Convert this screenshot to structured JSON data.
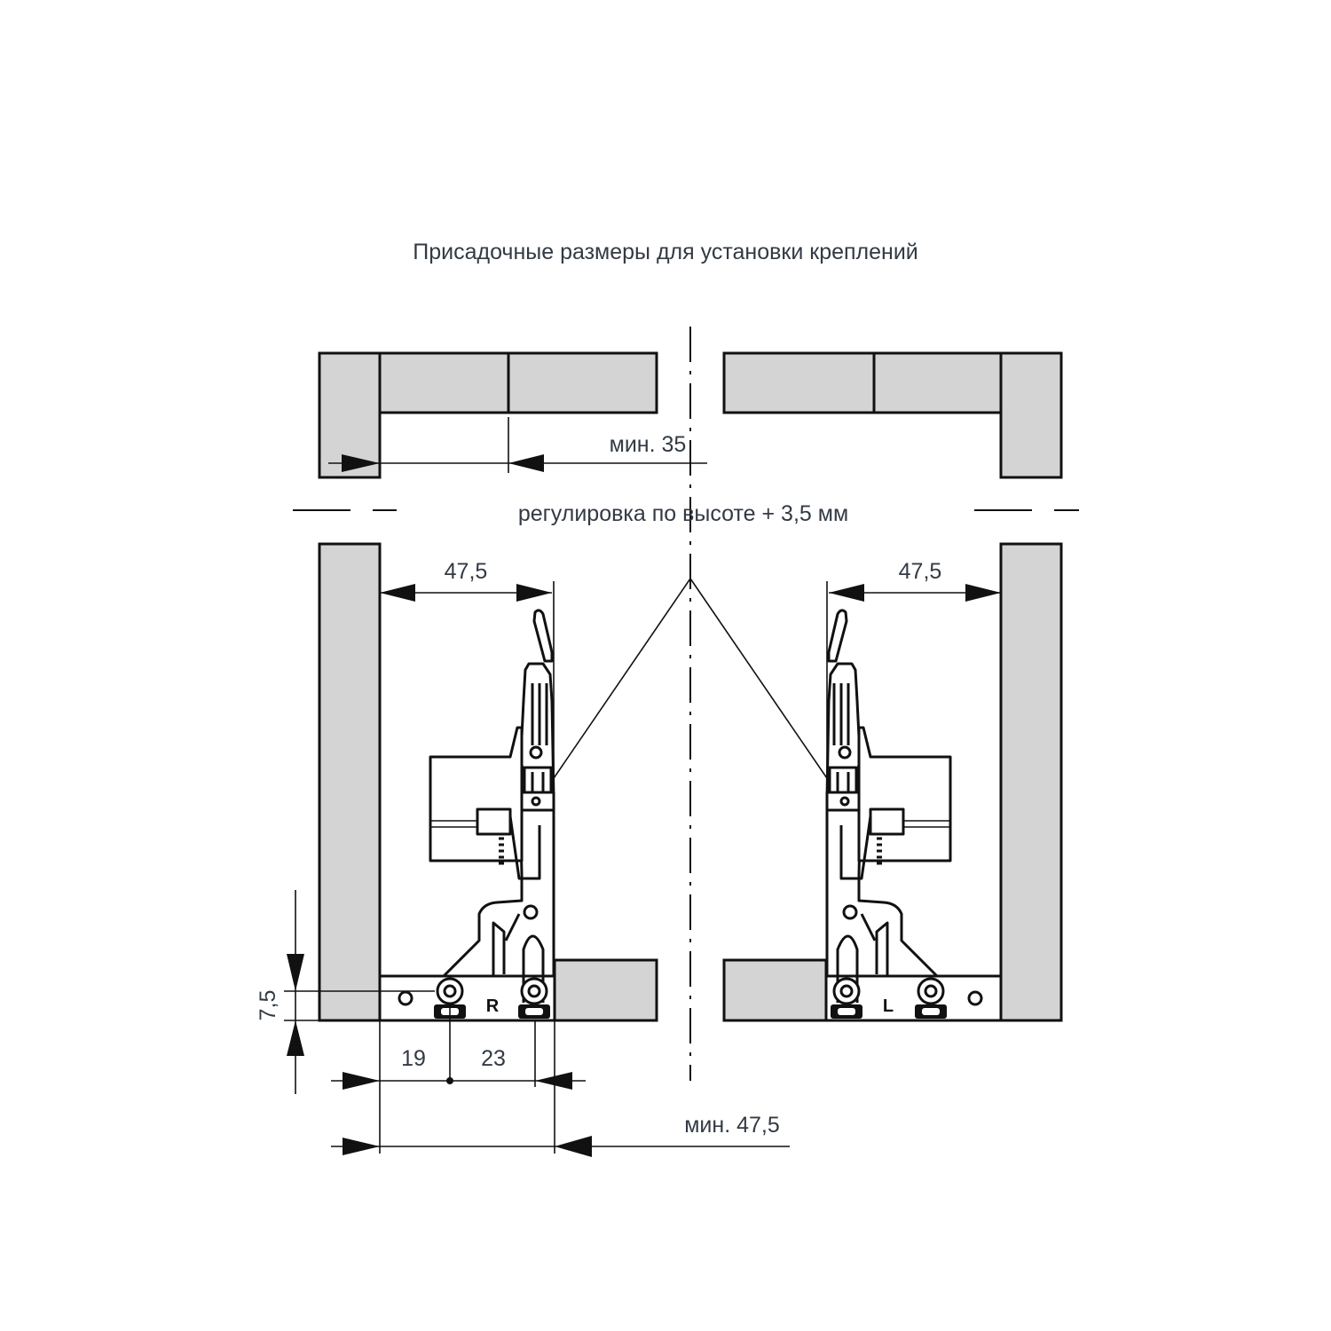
{
  "title": "Присадочные размеры для установки креплений",
  "labels": {
    "min_35": "мин. 35",
    "height_adjust": "регулировка по высоте + 3,5 мм",
    "dim_left_47_5": "47,5",
    "dim_right_47_5": "47,5",
    "dim_7_5": "7,5",
    "dim_19": "19",
    "dim_23": "23",
    "min_47_5": "мин. 47,5",
    "right_mark": "R",
    "left_mark": "L"
  },
  "colors": {
    "panel_fill": "#d4d4d4",
    "text": "#333a44",
    "line": "#111111"
  }
}
